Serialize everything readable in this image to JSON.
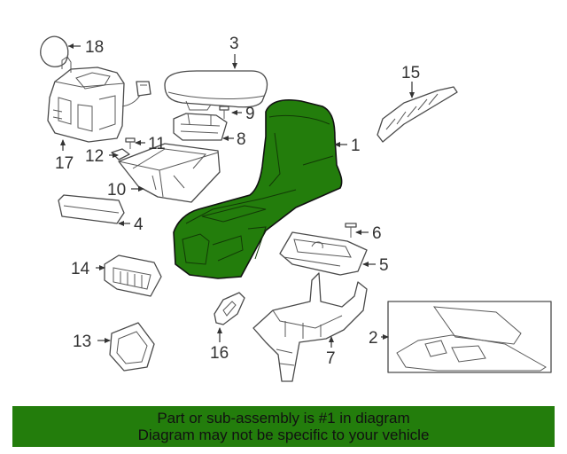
{
  "diagram": {
    "highlight_color": "#237d0c",
    "callouts": [
      {
        "id": "1",
        "label": "1"
      },
      {
        "id": "2",
        "label": "2"
      },
      {
        "id": "3",
        "label": "3"
      },
      {
        "id": "4",
        "label": "4"
      },
      {
        "id": "5",
        "label": "5"
      },
      {
        "id": "6",
        "label": "6"
      },
      {
        "id": "7",
        "label": "7"
      },
      {
        "id": "8",
        "label": "8"
      },
      {
        "id": "9",
        "label": "9"
      },
      {
        "id": "10",
        "label": "10"
      },
      {
        "id": "11",
        "label": "11"
      },
      {
        "id": "12",
        "label": "12"
      },
      {
        "id": "13",
        "label": "13"
      },
      {
        "id": "14",
        "label": "14"
      },
      {
        "id": "15",
        "label": "15"
      },
      {
        "id": "16",
        "label": "16"
      },
      {
        "id": "17",
        "label": "17"
      },
      {
        "id": "18",
        "label": "18"
      }
    ]
  },
  "footer": {
    "line1": "Part or sub-assembly is #1 in diagram",
    "line2": "Diagram may not be specific to your vehicle",
    "background": "#237d0c"
  }
}
